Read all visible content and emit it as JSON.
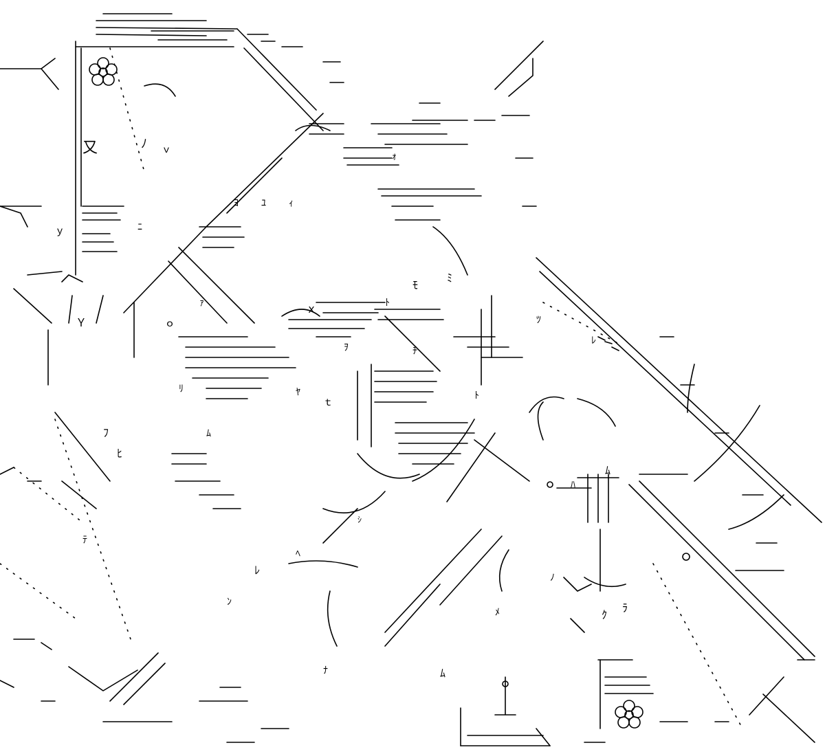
{
  "artwork": {
    "kind": "monochrome line-art / text-art illustration",
    "stroke_color": "#000000",
    "background_color": "#ffffff",
    "glyphs": [
      "又",
      "ﾉ",
      "ｖ",
      "ｙ",
      "Ｙ",
      "ｏ",
      "ｘ",
      "ｔ",
      "ﾊ",
      "ﾚ",
      "ﾑ",
      "ｸ",
      "ﾒ",
      "ﾍ",
      "ｧ",
      "ｫ",
      "ﾓ",
      "ﾐ",
      "ﾆ",
      "ﾌ",
      "ﾋ",
      "ﾃ",
      "ﾝ",
      "ｼ",
      "ﾂ",
      "ﾑ",
      "ﾄ",
      "ﾖ",
      "ﾕ",
      "ｨ",
      "ﾔ",
      "ﾁ",
      "ﾘ",
      "ﾑ",
      "ﾅ",
      "ﾗ",
      "ﾉ",
      "ﾄ",
      "ｦ",
      "ﾚ"
    ],
    "flower_motif_icon": "flower-icon"
  }
}
